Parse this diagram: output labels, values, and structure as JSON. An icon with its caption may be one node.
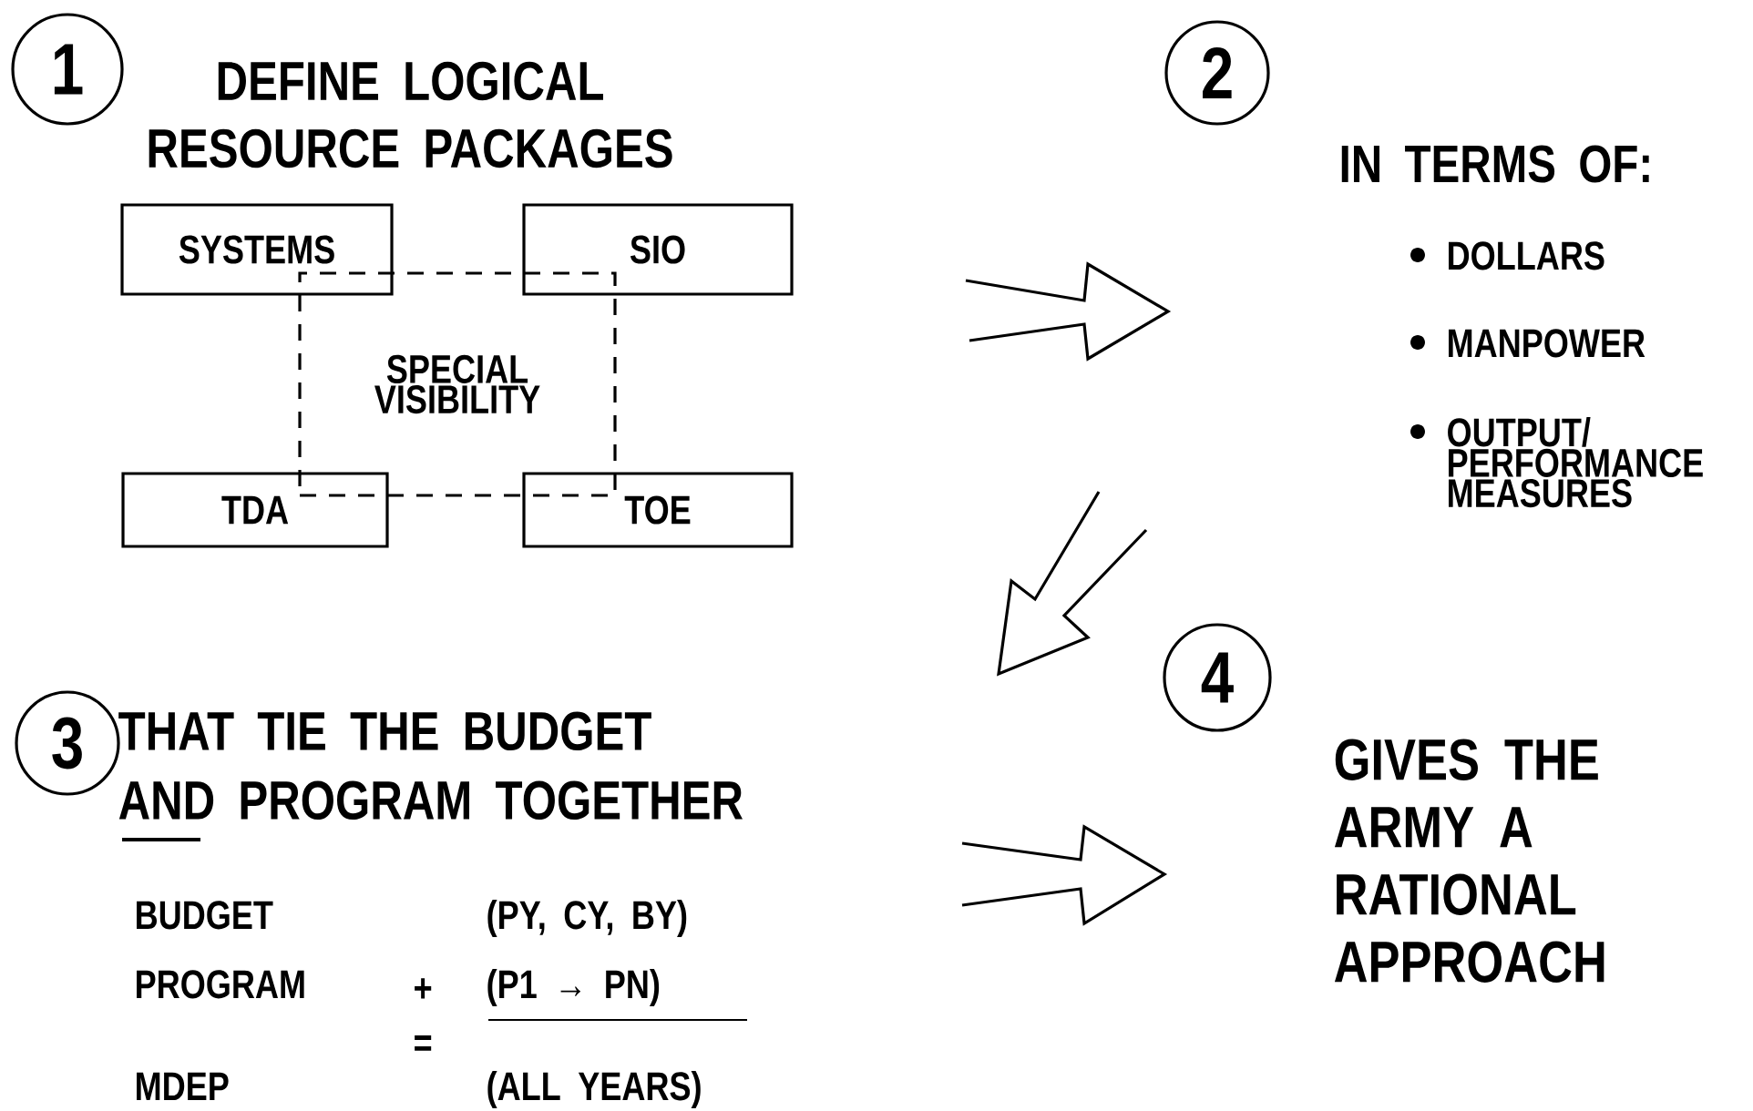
{
  "diagram": {
    "nodes": [
      {
        "text": [
          "1"
        ]
      },
      {
        "text": [
          "DEFINE LOGICAL RESOURCE PACKAGES"
        ]
      },
      {
        "text": [
          "SYSTEMS"
        ]
      },
      {
        "text": [
          "SIO"
        ]
      },
      {
        "text": [
          "TDA"
        ]
      },
      {
        "text": [
          "TOE"
        ]
      },
      {
        "text": [
          "SPECIAL VISIBILITY"
        ]
      },
      {
        "text": [
          "2"
        ]
      },
      {
        "text": [
          "IN TERMS OF:",
          "DOLLARS",
          "MANPOWER",
          "OUTPUT/ PERFORMANCE MEASURES"
        ]
      },
      {
        "text": [
          "3"
        ]
      },
      {
        "text": [
          "THAT TIE THE BUDGET AND PROGRAM TOGETHER"
        ]
      },
      {
        "text": [
          "4"
        ]
      },
      {
        "text": [
          "GIVES THE ARMY A RATIONAL APPROACH"
        ]
      }
    ],
    "labels": [
      "BUDGET",
      "(PY, CY, BY)",
      "PROGRAM",
      "+",
      "(P1 → PN)",
      "=",
      "MDEP",
      "(ALL YEARS)"
    ]
  }
}
